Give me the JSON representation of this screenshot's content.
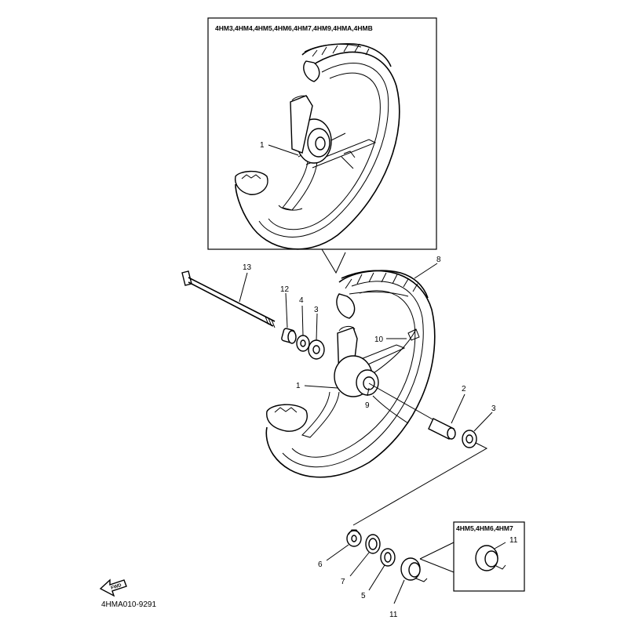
{
  "inset_top": {
    "caption": "4HM3,4HM4,4HM5,4HM6,4HM7,4HM9,4HMA,4HMB"
  },
  "inset_small": {
    "caption": "4HM5,4HM6,4HM7"
  },
  "callouts": {
    "c1_top": "1",
    "c13": "13",
    "c12": "12",
    "c4": "4",
    "c3_upper": "3",
    "c8": "8",
    "c10": "10",
    "c1_main": "1",
    "c9": "9",
    "c2": "2",
    "c3_lower": "3",
    "c6": "6",
    "c7": "7",
    "c5": "5",
    "c11_main": "11",
    "c11_inset": "11"
  },
  "find_arrow": {
    "label": "FWD"
  },
  "drawing_code": "4HMA010-9291"
}
